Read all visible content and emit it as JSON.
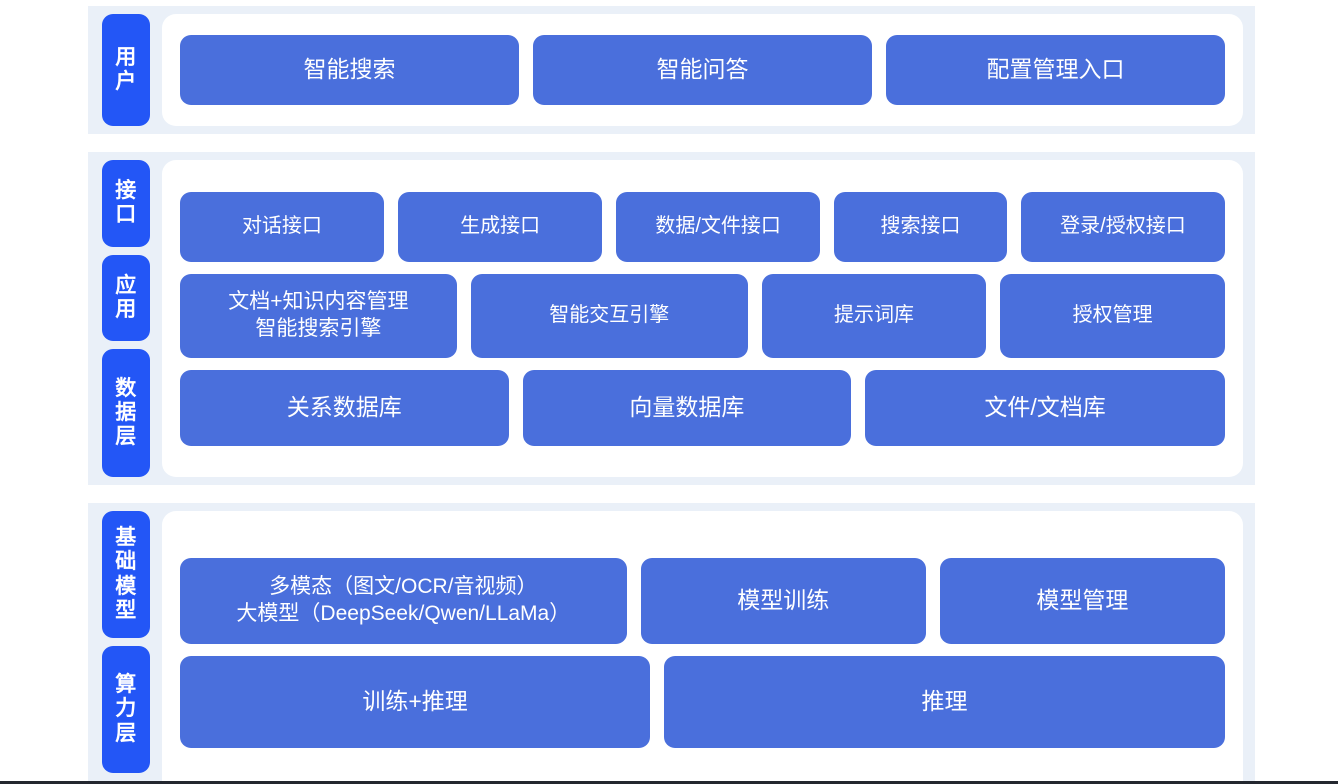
{
  "theme": {
    "band_bg": "#eaf0f8",
    "panel_bg": "#ffffff",
    "chip_blue": "#2356f6",
    "box_blue": "#4a6fdc",
    "text_on_blue": "#ffffff",
    "page_bg": "#ffffff"
  },
  "sections": [
    {
      "id": "user",
      "labels": [
        "用户"
      ],
      "rows": [
        {
          "id": "user-entries",
          "items": [
            "智能搜索",
            "智能问答",
            "配置管理入口"
          ]
        }
      ]
    },
    {
      "id": "middle",
      "labels": [
        "接口",
        "应用",
        "数据层"
      ],
      "rows": [
        {
          "id": "interface-row",
          "items": [
            "对话接口",
            "生成接口",
            "数据/文件接口",
            "搜索接口",
            "登录/授权接口"
          ]
        },
        {
          "id": "application-row",
          "items": [
            "文档+知识内容管理\n智能搜索引擎",
            "智能交互引擎",
            "提示词库",
            "授权管理"
          ]
        },
        {
          "id": "data-row",
          "items": [
            "关系数据库",
            "向量数据库",
            "文件/文档库"
          ]
        }
      ]
    },
    {
      "id": "platform",
      "labels": [
        "基础模型",
        "算力层"
      ],
      "rows": [
        {
          "id": "model-row",
          "items": [
            "多模态（图文/OCR/音视频）\n大模型（DeepSeek/Qwen/LLaMa）",
            "模型训练",
            "模型管理"
          ]
        },
        {
          "id": "compute-row",
          "items": [
            "训练+推理",
            "推理"
          ]
        }
      ]
    }
  ]
}
